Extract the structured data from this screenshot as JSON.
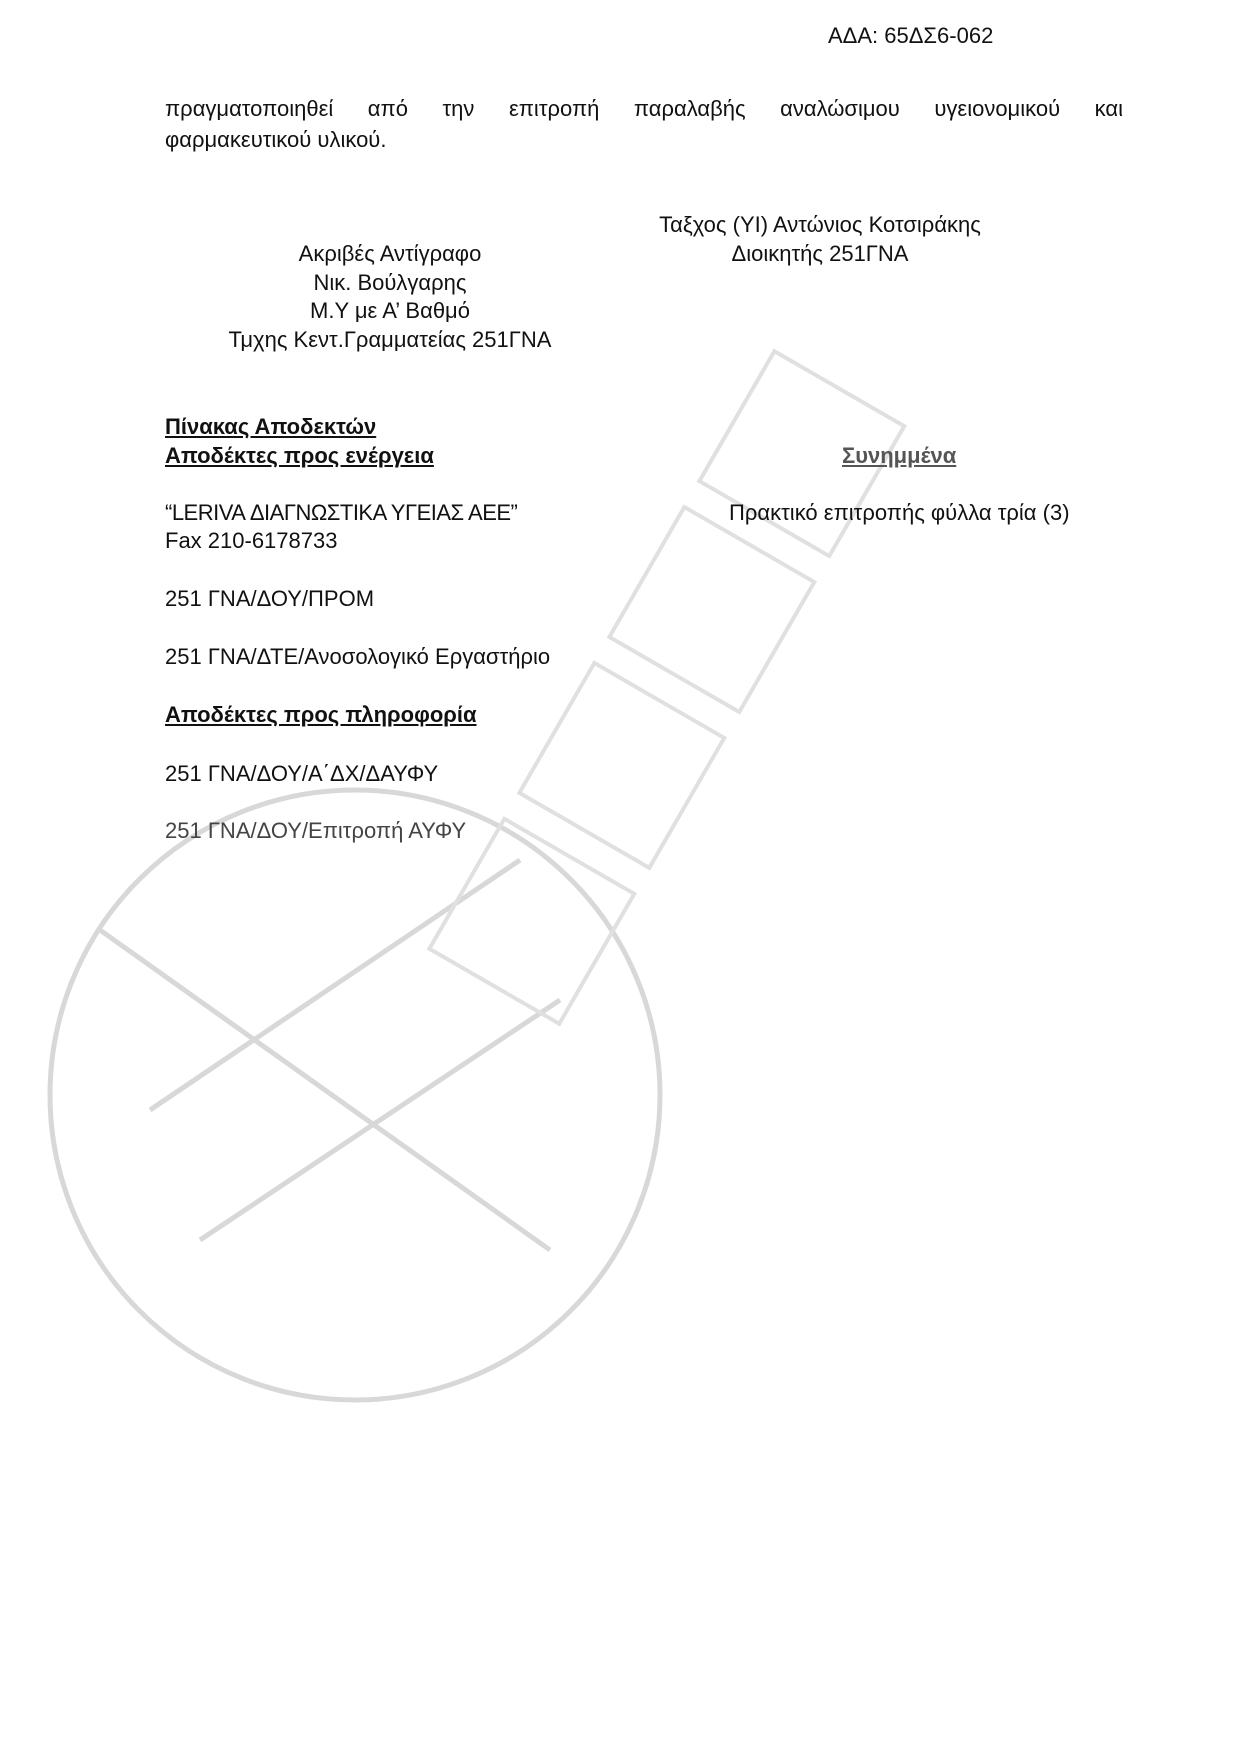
{
  "header": {
    "ada": "ΑΔΑ: 65ΔΣ6-062"
  },
  "body": {
    "line1": "πραγματοποιηθεί από την επιτροπή παραλαβής αναλώσιμου υγειονομικού και",
    "line2": "φαρμακευτικού υλικού."
  },
  "signature_right": {
    "name": "Ταξχος (ΥΙ) Αντώνιος Κοτσιράκης",
    "title": "Διοικητής 251ΓΝΑ"
  },
  "signature_left": {
    "line1": "Ακριβές Αντίγραφο",
    "line2": "Νικ. Βούλγαρης",
    "line3": "Μ.Υ με Α’ Βαθμό",
    "line4": "Τμχης Κεντ.Γραμματείας 251ΓΝΑ"
  },
  "recipients": {
    "title": "Πίνακας Αποδεκτών",
    "action_heading": "Αποδέκτες προς ενέργεια",
    "action": [
      "“LERIVA ΔΙΑΓΝΩΣΤΙΚΑ ΥΓΕΙΑΣ ΑΕΕ”",
      "Fax 210-6178733",
      "251 ΓΝΑ/ΔΟΥ/ΠΡΟΜ",
      "251 ΓΝΑ/ΔΤΕ/Ανοσολογικό Εργαστήριο"
    ],
    "info_heading": "Αποδέκτες προς πληροφορία",
    "info": [
      "251 ΓΝΑ/ΔΟΥ/Α΄ΔΧ/ΔΑΥΦΥ",
      "251 ΓΝΑ/ΔΟΥ/Επιτροπή ΑΥΦΥ"
    ]
  },
  "attachments": {
    "heading": "Συνημμένα",
    "item": "Πρακτικό επιτροπής φύλλα τρία (3)"
  }
}
